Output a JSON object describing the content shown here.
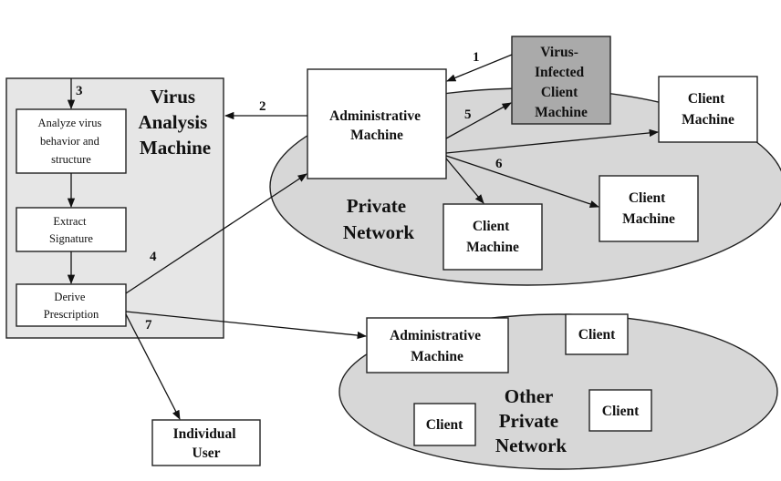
{
  "panel": {
    "title": [
      "Virus",
      "Analysis",
      "Machine"
    ]
  },
  "steps": {
    "analyze": [
      "Analyze virus",
      "behavior and",
      "structure"
    ],
    "extract": [
      "Extract",
      "Signature"
    ],
    "derive": [
      "Derive",
      "Prescription"
    ]
  },
  "private_network": {
    "label": [
      "Private",
      "Network"
    ],
    "admin": [
      "Administrative",
      "Machine"
    ],
    "infected": [
      "Virus-",
      "Infected",
      "Client",
      "Machine"
    ],
    "client": [
      "Client",
      "Machine"
    ]
  },
  "other_network": {
    "label": [
      "Other",
      "Private",
      "Network"
    ],
    "admin": [
      "Administrative",
      "Machine"
    ],
    "client": "Client"
  },
  "individual_user": [
    "Individual",
    "User"
  ],
  "edge_labels": [
    "1",
    "2",
    "3",
    "4",
    "5",
    "6",
    "7"
  ],
  "colors": {
    "panel": "#e6e6e6",
    "network": "#d7d7d7",
    "infected": "#aaaaaa"
  }
}
